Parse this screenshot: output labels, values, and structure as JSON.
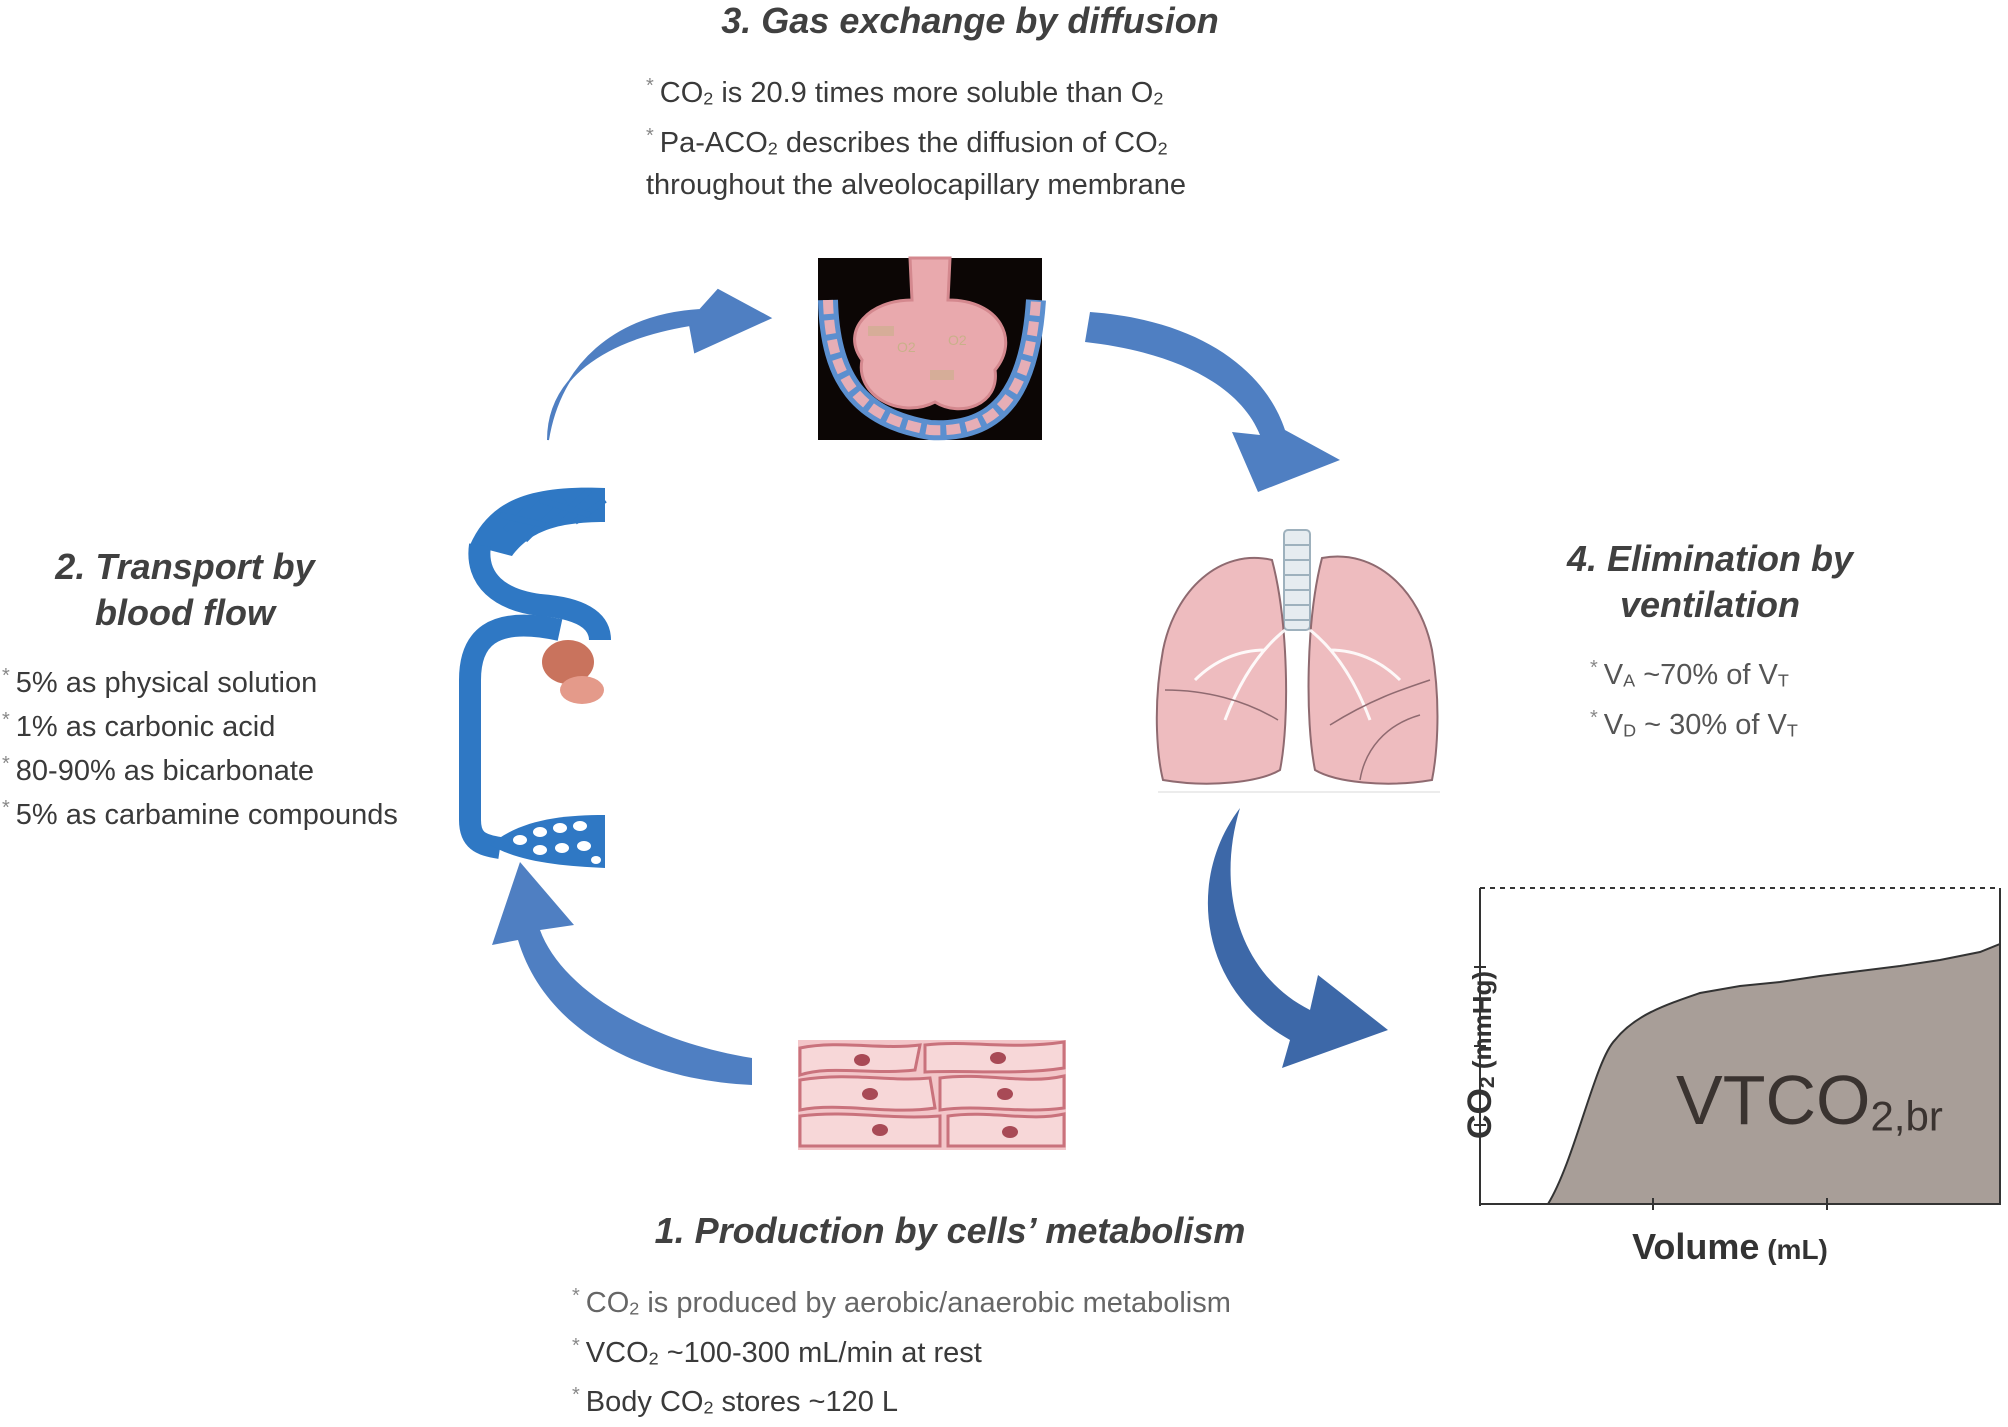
{
  "step3": {
    "title": "3. Gas exchange by diffusion",
    "b1_a": "CO",
    "b1_sub": "2",
    "b1_b": " is 20.9 times more soluble than O",
    "b1_sub2": "2",
    "b2_a": "Pa-ACO",
    "b2_sub": "2",
    "b2_b": " describes the diffusion of CO",
    "b2_sub2": "2",
    "b2_c": "throughout the alveolocapillary membrane",
    "alveolus_label_1": "O2",
    "alveolus_label_2": "O2"
  },
  "step2": {
    "title_1": "2. Transport by",
    "title_2": "blood flow",
    "bullets": [
      "5% as physical solution",
      "1% as carbonic acid",
      "80-90% as bicarbonate",
      "5% as carbamine compounds"
    ]
  },
  "step4": {
    "title_1": "4. Elimination by",
    "title_2": "ventilation",
    "b1_a": "V",
    "b1_sub": "A",
    "b1_b": " ~70% of V",
    "b1_sub2": "T",
    "b2_a": "V",
    "b2_sub": "D",
    "b2_b": " ~ 30% of V",
    "b2_sub2": "T"
  },
  "step1": {
    "title": "1. Production by cells’ metabolism",
    "b1_a": "CO",
    "b1_sub": "2",
    "b1_b": " is produced by aerobic/anaerobic metabolism",
    "b2_a": "VCO",
    "b2_sub": "2",
    "b2_b": " ~100-300 mL/min at rest",
    "b3_a": "Body CO",
    "b3_sub": "2",
    "b3_b": " stores ~120 L"
  },
  "capnogram": {
    "ylabel_a": "CO",
    "ylabel_sub": "2",
    "ylabel_b": " (mmHg)",
    "xlabel_a": "Volume",
    "xlabel_b": " (mL)",
    "area_a": "VTCO",
    "area_sub": "2,br"
  },
  "colors": {
    "arrow": "#4f7fc2",
    "arrow_dark": "#3d68a8",
    "tissue": "#e9a9ad",
    "vessel": "#2f78c4",
    "capnogram_fill": "#a89e98"
  }
}
